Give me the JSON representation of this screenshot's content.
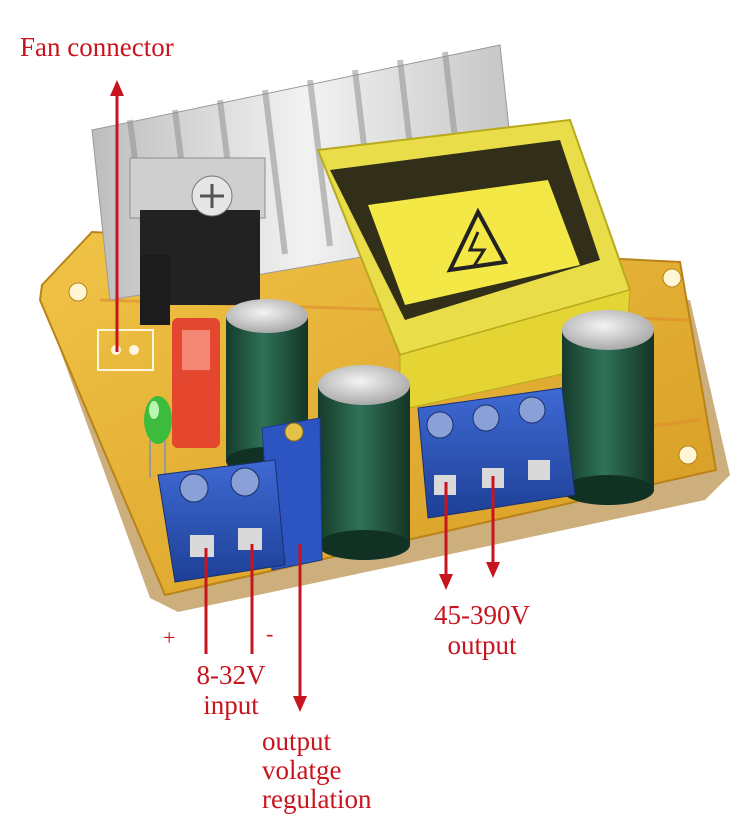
{
  "labels": {
    "fan_connector": "Fan connector",
    "plus": "+",
    "minus": "-",
    "input_voltage": "8-32V",
    "input_word": "input",
    "output_voltage": "45-390V",
    "output_word": "output",
    "regulation_line1": "output",
    "regulation_line2": "volatge",
    "regulation_line3": "regulation"
  },
  "colors": {
    "annotation": "#c8141e",
    "pcb": "#e3b232",
    "terminal": "#2a52b8",
    "transformer": "#e9dd4a",
    "capacitor": "#1f4f3b",
    "heatsink": "#d7d7d7"
  }
}
